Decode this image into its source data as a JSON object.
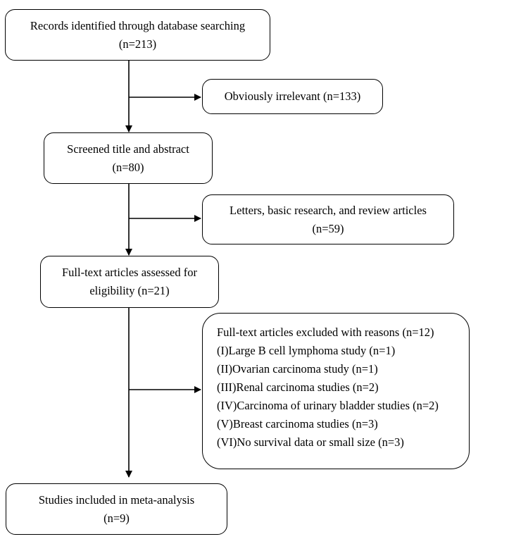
{
  "boxes": {
    "identified": {
      "line1": "Records identified through database searching",
      "line2": "(n=213)"
    },
    "irrelevant": {
      "line1": "Obviously irrelevant (n=133)"
    },
    "screened": {
      "line1": "Screened title and abstract",
      "line2": "(n=80)"
    },
    "letters": {
      "line1": "Letters, basic research, and review articles",
      "line2": "(n=59)"
    },
    "fulltext": {
      "line1": "Full-text articles assessed for",
      "line2": "eligibility (n=21)"
    },
    "excluded": {
      "title": "Full-text articles excluded with reasons (n=12)",
      "reasons": [
        "(I)Large B cell lymphoma study (n=1)",
        "(II)Ovarian carcinoma study (n=1)",
        "(III)Renal carcinoma studies (n=2)",
        "(IV)Carcinoma of urinary bladder studies (n=2)",
        "(V)Breast carcinoma studies (n=3)",
        "(VI)No survival data or small size (n=3)"
      ]
    },
    "included": {
      "line1": "Studies included in meta-analysis",
      "line2": "(n=9)"
    }
  }
}
